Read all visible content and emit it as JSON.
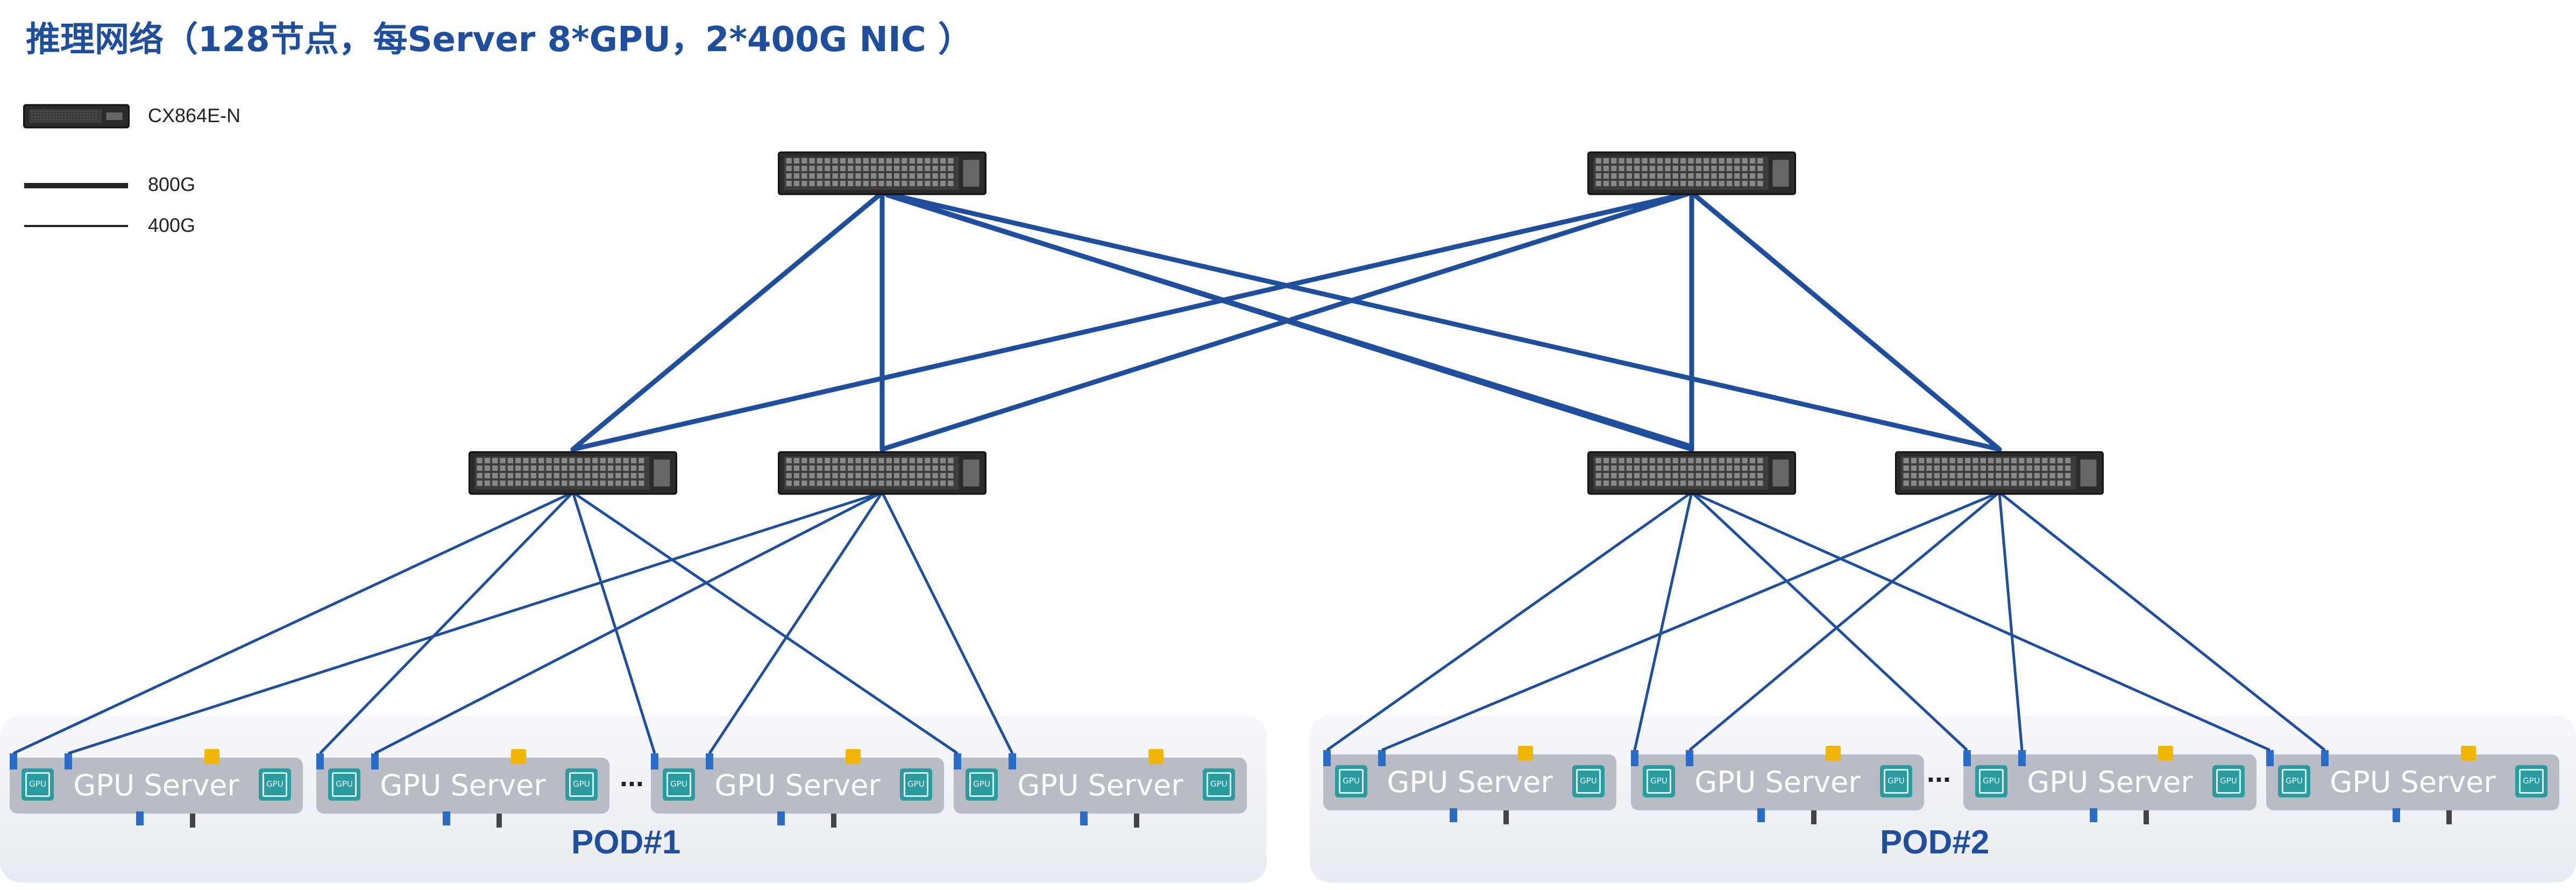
{
  "title": "推理网络（128节点，每Server 8*GPU，2*400G NIC ）",
  "legend": {
    "device_label": "CX864E-N",
    "thick_label": "800G",
    "thin_label": "400G"
  },
  "colors": {
    "link": "#1f4e9c",
    "title": "#1f4e9c",
    "pod_bg": "#eef0f4",
    "server_bg": "#b7bcc5",
    "gpu_chip": "#2a9ca0"
  },
  "spines": [
    {
      "id": "spine-1"
    },
    {
      "id": "spine-2"
    }
  ],
  "leaves": [
    {
      "id": "leaf-1"
    },
    {
      "id": "leaf-2"
    },
    {
      "id": "leaf-3"
    },
    {
      "id": "leaf-4"
    }
  ],
  "pods": [
    {
      "label": "POD#1",
      "ellipsis": "...",
      "servers": [
        {
          "label": "GPU Server",
          "chip_label": "GPU"
        },
        {
          "label": "GPU Server",
          "chip_label": "GPU"
        },
        {
          "label": "GPU Server",
          "chip_label": "GPU"
        },
        {
          "label": "GPU Server",
          "chip_label": "GPU"
        }
      ]
    },
    {
      "label": "POD#2",
      "ellipsis": "...",
      "servers": [
        {
          "label": "GPU Server",
          "chip_label": "GPU"
        },
        {
          "label": "GPU Server",
          "chip_label": "GPU"
        },
        {
          "label": "GPU Server",
          "chip_label": "GPU"
        },
        {
          "label": "GPU Server",
          "chip_label": "GPU"
        }
      ]
    }
  ]
}
